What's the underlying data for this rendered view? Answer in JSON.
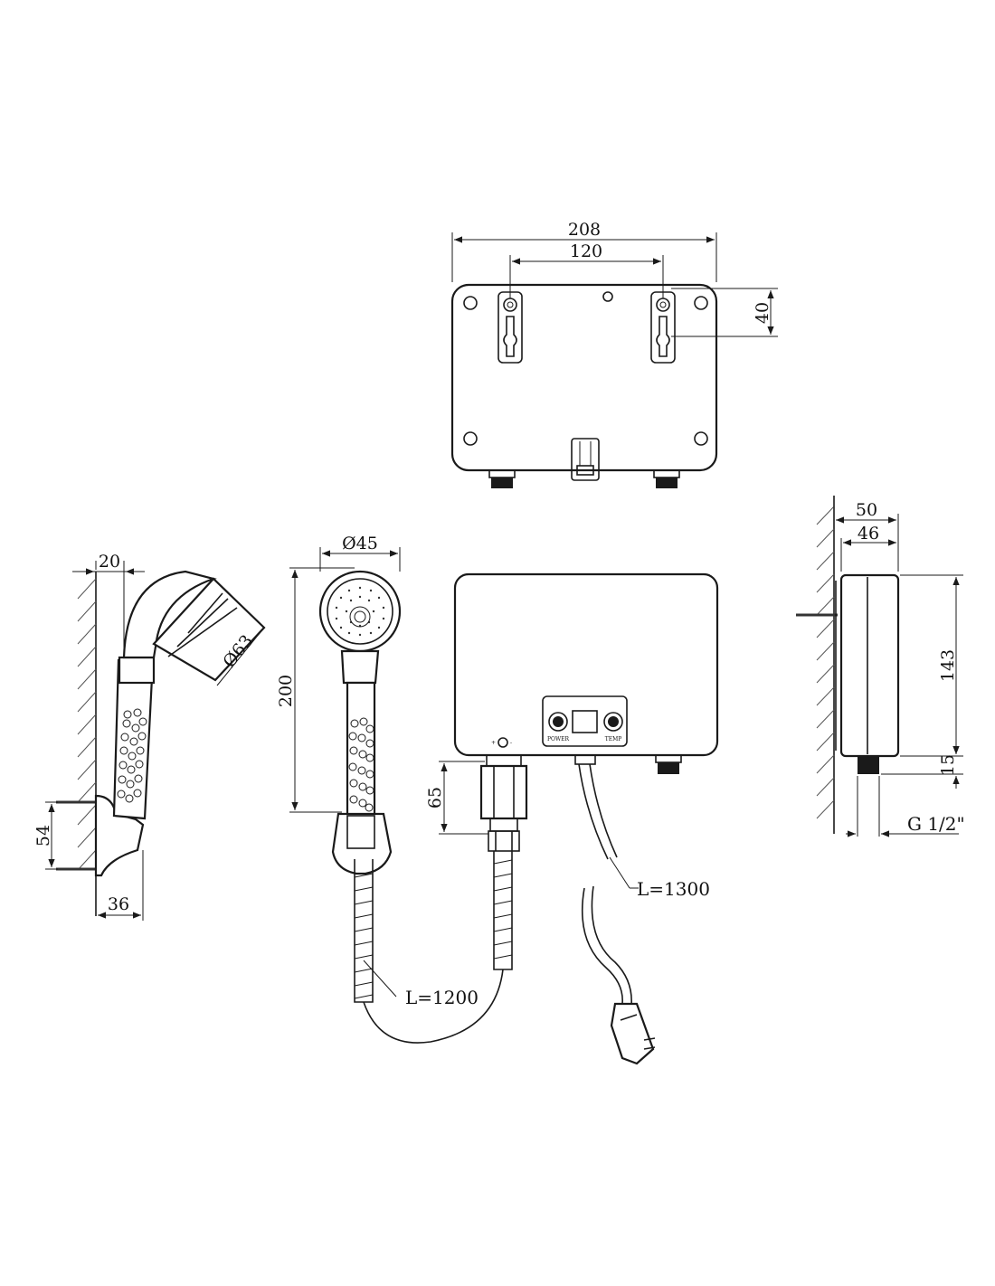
{
  "back_view": {
    "dim_total_width": "208",
    "dim_mount_spacing": "120",
    "dim_mount_height": "40"
  },
  "side_view": {
    "dim_depth_total": "50",
    "dim_depth_body": "46",
    "dim_height": "143",
    "dim_outlet": "15",
    "thread_label": "G 1/2\""
  },
  "shower_side": {
    "dim_head_offset": "20",
    "dim_head_diameter": "Ø63",
    "dim_bracket_holes": "54",
    "dim_bracket_depth": "36"
  },
  "shower_front": {
    "dim_head_diameter": "Ø45",
    "dim_length": "200"
  },
  "front_view": {
    "dim_connector": "65",
    "panel_power_label": "POWER",
    "panel_temp_label": "TEMP"
  },
  "hose": {
    "length_label": "L=1200"
  },
  "cable": {
    "length_label": "L=1300"
  }
}
